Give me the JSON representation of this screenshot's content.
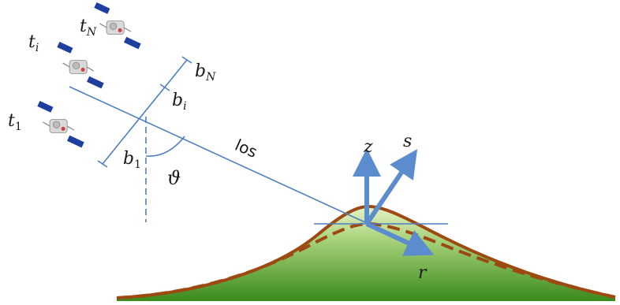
{
  "satellites": [
    {
      "label": "t",
      "subscript": "N"
    },
    {
      "label": "t",
      "subscript": "i"
    },
    {
      "label": "t",
      "subscript": "1"
    }
  ],
  "baseline": [
    {
      "label": "b",
      "subscript": "N"
    },
    {
      "label": "b",
      "subscript": "i"
    },
    {
      "label": "b",
      "subscript": "1"
    }
  ],
  "angle_label": "ϑ",
  "los_label": "los",
  "axes": {
    "z": "z",
    "s": "s",
    "r": "r"
  },
  "colors": {
    "line": "#4f7fbf",
    "axis_arrow": "#5b8ccd",
    "terrain_outline": "#9c4a12",
    "terrain_green_dark": "#3f8f1f",
    "terrain_green_light": "#cfe6a8",
    "solar_panel": "#1f3f9f"
  },
  "icons": [
    "satellite-icon"
  ]
}
